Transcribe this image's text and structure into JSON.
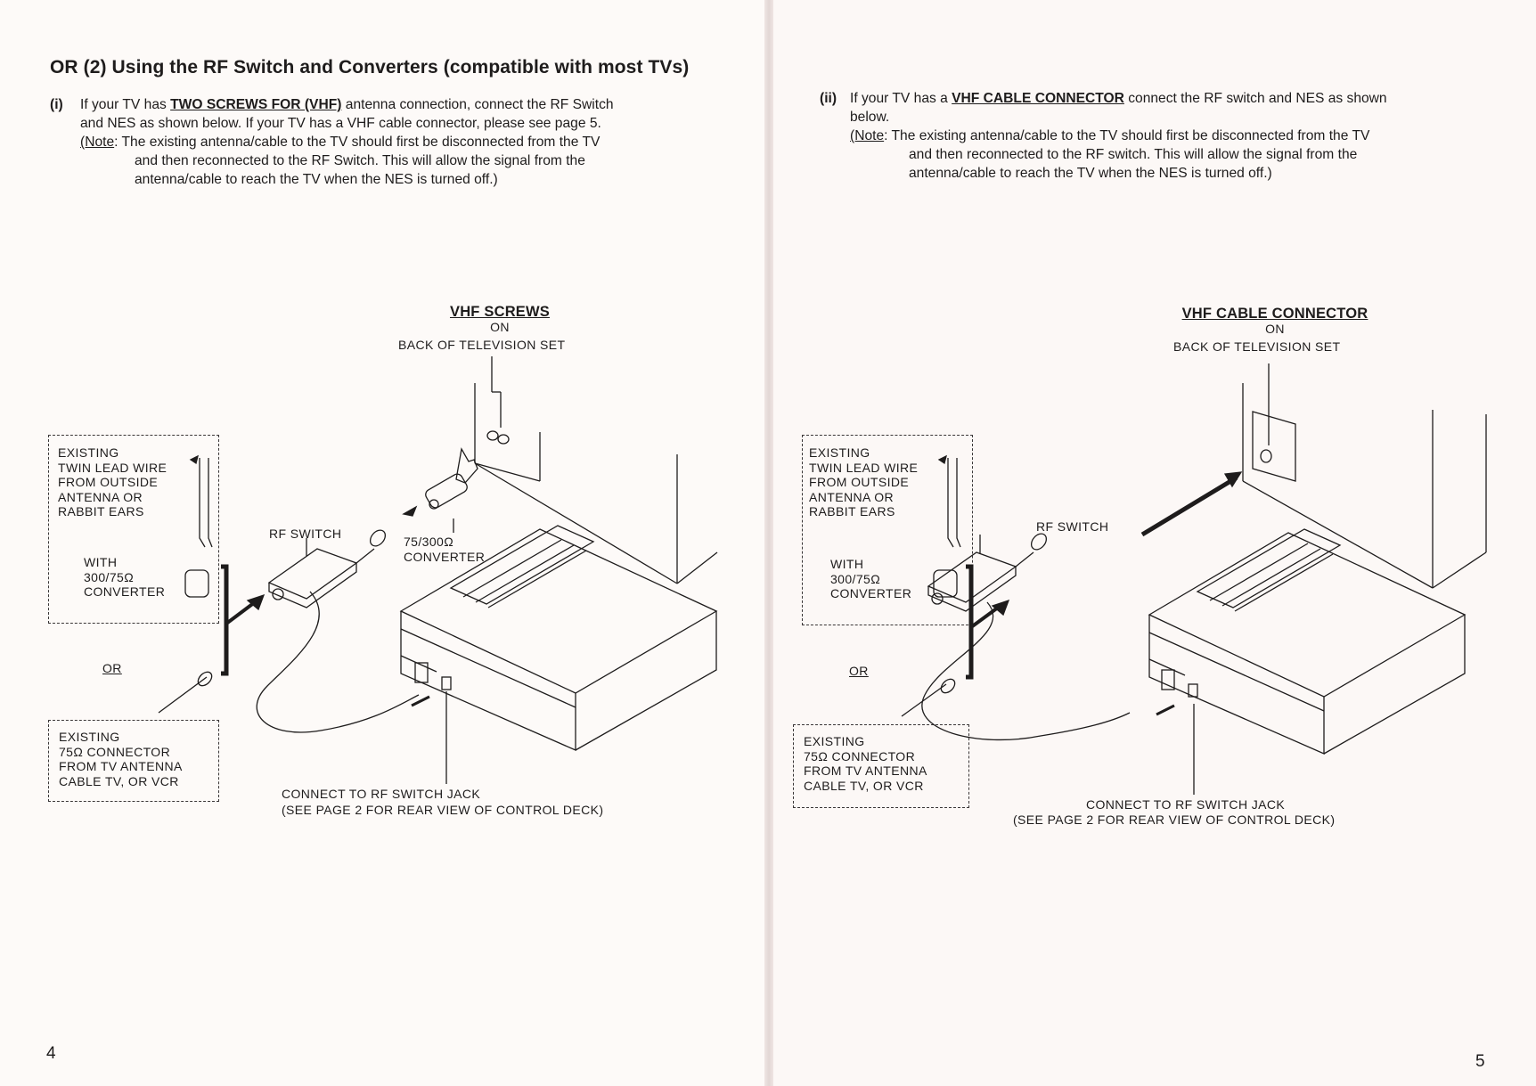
{
  "left_page": {
    "heading": "OR (2) Using the RF Switch and Converters (compatible with most TVs)",
    "item_i": {
      "marker": "(i)",
      "line1_before": "If your TV has ",
      "line1_emph": "TWO SCREWS FOR (VHF)",
      "line1_after": " antenna connection, connect the RF Switch",
      "line2": "and NES as shown below. If your TV has a VHF cable connector, please see page 5.",
      "note_label": "(Note",
      "note_line1": ": The existing antenna/cable to the TV should first be disconnected from the TV",
      "note_line2": "and then reconnected to the RF Switch. This will allow the signal from the",
      "note_line3": "antenna/cable to reach the TV when the NES is turned off.)"
    },
    "diagram": {
      "title": "VHF SCREWS",
      "subtitle_on": "ON",
      "subtitle_back": "BACK OF TELEVISION SET",
      "existing_twin": [
        "EXISTING",
        "TWIN LEAD WIRE",
        "FROM OUTSIDE",
        "ANTENNA OR",
        "RABBIT EARS"
      ],
      "with_converter": [
        "WITH",
        "300/75Ω",
        "CONVERTER"
      ],
      "or_label": "OR",
      "existing_75": [
        "EXISTING",
        "75Ω CONNECTOR",
        "FROM TV ANTENNA",
        "CABLE TV, OR VCR"
      ],
      "rf_switch": "RF SWITCH",
      "converter_75_300": [
        "75/300Ω",
        "CONVERTER"
      ],
      "connect_jack": "CONNECT TO RF SWITCH JACK",
      "see_page": "(SEE PAGE 2 FOR REAR VIEW OF CONTROL DECK)"
    },
    "page_number": "4"
  },
  "right_page": {
    "item_ii": {
      "marker": "(ii)",
      "line1_before": "If your TV has a ",
      "line1_emph": "VHF CABLE CONNECTOR",
      "line1_after": " connect the RF switch and NES as shown",
      "line2": "below.",
      "note_label": "(Note",
      "note_line1": ": The existing antenna/cable to the TV should first be disconnected from the TV",
      "note_line2": "and then reconnected to the RF switch. This will allow the signal from the",
      "note_line3": "antenna/cable to reach the TV when the NES is turned off.)"
    },
    "diagram": {
      "title": "VHF CABLE CONNECTOR",
      "subtitle_on": "ON",
      "subtitle_back": "BACK OF TELEVISION SET",
      "existing_twin": [
        "EXISTING",
        "TWIN LEAD WIRE",
        "FROM OUTSIDE",
        "ANTENNA OR",
        "RABBIT EARS"
      ],
      "with_converter": [
        "WITH",
        "300/75Ω",
        "CONVERTER"
      ],
      "or_label": "OR",
      "existing_75": [
        "EXISTING",
        "75Ω CONNECTOR",
        "FROM TV ANTENNA",
        "CABLE TV, OR VCR"
      ],
      "rf_switch": "RF SWITCH",
      "connect_jack": "CONNECT TO RF SWITCH JACK",
      "see_page": "(SEE PAGE 2 FOR REAR VIEW OF CONTROL DECK)"
    },
    "page_number": "5"
  }
}
